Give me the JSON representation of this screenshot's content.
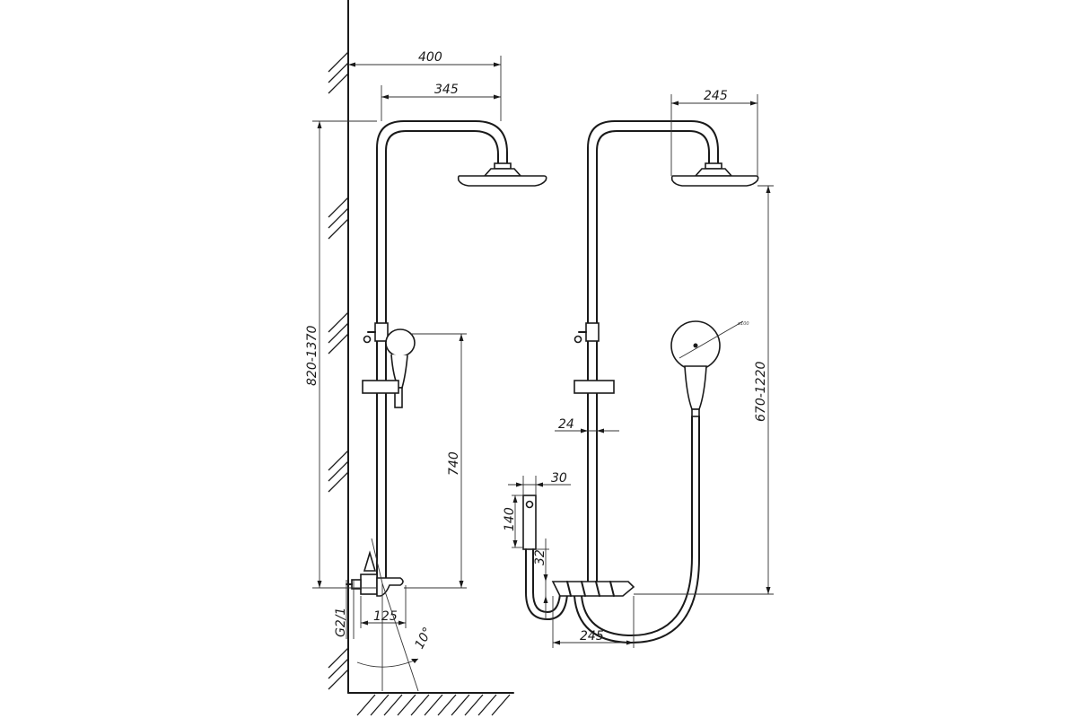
{
  "dimensions": {
    "side_arm_length": "400",
    "side_arm_reach": "345",
    "side_height_range": "820-1370",
    "side_bar_height": "740",
    "side_spout_length": "125",
    "side_inlet_thread": "G2/1",
    "side_spout_angle": "10°",
    "front_head_width": "245",
    "front_height_range": "670-1220",
    "front_bar_diameter": "24",
    "front_holder_width": "30",
    "front_holder_height": "140",
    "front_holder_offset": "32",
    "front_mixer_width": "245",
    "front_hand_shower_diameter": "ø100"
  }
}
